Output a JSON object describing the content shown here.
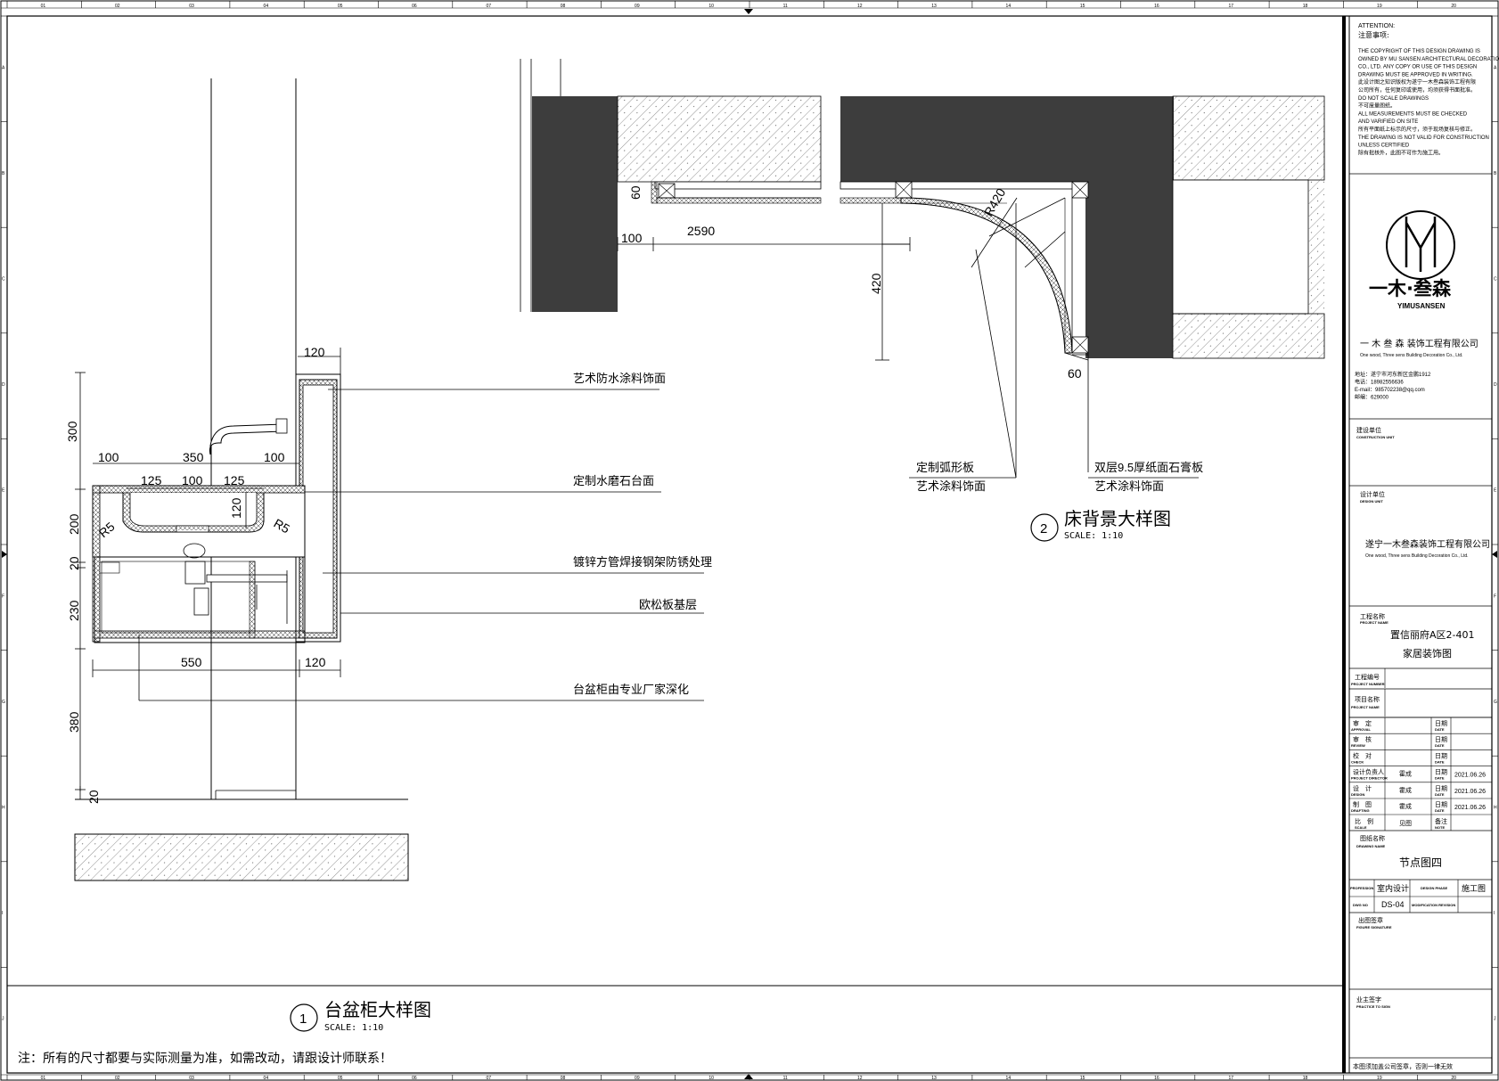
{
  "grid": {
    "columns": [
      "01",
      "02",
      "03",
      "04",
      "05",
      "06",
      "07",
      "08",
      "09",
      "10",
      "11",
      "12",
      "13",
      "14",
      "15",
      "16",
      "17",
      "18",
      "19",
      "20"
    ],
    "rows": [
      "A",
      "B",
      "C",
      "D",
      "E",
      "F",
      "G",
      "H",
      "I",
      "J"
    ]
  },
  "detail1": {
    "number": "1",
    "title": "台盆柜大样图",
    "scale": "SCALE: 1:10",
    "dims": {
      "d120_top": "120",
      "d300": "300",
      "d100_left": "100",
      "d350": "350",
      "d100_right": "100",
      "d125_a": "125",
      "d100_mid": "100",
      "d125_b": "125",
      "d120_v": "120",
      "d200": "200",
      "d20_a": "20",
      "d230": "230",
      "r5_a": "R5",
      "r5_b": "R5",
      "d550": "550",
      "d120_bottom": "120",
      "d380": "380",
      "d20_b": "20"
    },
    "labels": {
      "l1": "艺术防水涂料饰面",
      "l2": "定制水磨石台面",
      "l3": "镀锌方管焊接钢架防锈处理",
      "l4": "欧松板基层",
      "l5": "台盆柜由专业厂家深化"
    }
  },
  "detail2": {
    "number": "2",
    "title": "床背景大样图",
    "scale": "SCALE: 1:10",
    "dims": {
      "d60_a": "60",
      "d100": "100",
      "d2590": "2590",
      "r420": "R420",
      "d420": "420",
      "d60_b": "60"
    },
    "labels": {
      "l1": "定制弧形板",
      "l2": "艺术涂料饰面",
      "l3": "双层9.5厚纸面石膏板",
      "l4": "艺术涂料饰面"
    }
  },
  "note": "注：所有的尺寸都要与实际测量为准，如需改动，请跟设计师联系！",
  "title_block": {
    "attention_en": "ATTENTION:",
    "attention_cn": "注意事项:",
    "notice_lines": [
      "THE COPYRIGHT OF THIS DESIGN DRAWING IS",
      "OWNED BY MU SANSEN ARCHITECTURAL DECORATION",
      "CO., LTD. ANY COPY OR USE OF THIS DESIGN",
      "DRAWING MUST BE APPROVED IN WRITING.",
      "此设计图之知识版权为遂宁一木叁森装饰工程有限",
      "公司所有，任何复印或使用，均须获得书面批准。",
      "DO NOT SCALE DRAWINGS",
      "不可度量图纸。",
      "ALL MEASUREMENTS MUST BE CHECKED",
      "AND VARIFIED ON SITE",
      "所有平面纸上标示的尺寸，须于现场复核与修正。",
      "THE DRAWING IS NOT VALID FOR CONSTRUCTION",
      "UNLESS CERTIFIED",
      "除有批核外，此图不可作为施工用。"
    ],
    "logo_cn": "一木·叁森",
    "logo_en": "YIMUSANSEN",
    "company_cn": "一 木 叁 森  装饰工程有限公司",
    "company_en": "One wood, Three sens Building Decoration Co., Ltd.",
    "contact": [
      "地址：遂宁市河东新区金鹏1912",
      "电话：18982556636",
      "E-mail：985702238@qq.com",
      "邮编：629000"
    ],
    "client_cn": "建设单位",
    "client_en": "CONSTRUCTION UNIT",
    "design_unit_cn": "设计单位",
    "design_unit_en": "DESIGN UNIT",
    "design_unit_name": "遂宁一木叁森装饰工程有限公司",
    "design_unit_name_en": "One wood, Three sens Building Decoration Co., Ltd.",
    "project_name_cn": "工程名称",
    "project_name_en": "PROJECT NAME",
    "project_line1": "置信丽府A区2-401",
    "project_line2": "家居装饰图",
    "project_number_cn": "工程编号",
    "project_number_en": "PROJECT NUMBER",
    "item_name_cn": "项目名称",
    "item_name_en": "PROJECT NAME",
    "rows": [
      {
        "cn": "审　定",
        "en": "APPROVAL",
        "name": "",
        "date": ""
      },
      {
        "cn": "审　核",
        "en": "REVIEW",
        "name": "",
        "date": ""
      },
      {
        "cn": "校　对",
        "en": "CHECK",
        "name": "",
        "date": ""
      },
      {
        "cn": "设计负责人",
        "en": "PROJECT DIRECTOR",
        "name": "霍成",
        "date": "2021.06.26"
      },
      {
        "cn": "设　计",
        "en": "DESIGN",
        "name": "霍成",
        "date": "2021.06.26"
      },
      {
        "cn": "制　图",
        "en": "DRAFTING",
        "name": "霍成",
        "date": "2021.06.26"
      }
    ],
    "date_cn": "日期",
    "date_en": "DATE",
    "scale_cn": "比　例",
    "scale_en": "SCALE",
    "scale_value": "见图",
    "remark_cn": "备注",
    "remark_en": "NOTE",
    "drawing_name_cn": "图纸名称",
    "drawing_name_en": "DRAWING NAME",
    "drawing_name": "节点图四",
    "profession_label": "PROFESSION",
    "profession": "室内设计",
    "design_phase_label": "DESIGN PHASE",
    "design_phase": "施工图",
    "dwg_no_label": "DWG NO",
    "dwg_no": "DS-04",
    "modification_label": "MODIFICATION REVISION",
    "signature_cn": "出图签章",
    "signature_en": "FIGURE SIGNATURE",
    "owner_cn": "业主签字",
    "owner_en": "PRACTICE TO SIGN",
    "footer": "本图须加盖公司签章，否则一律无效"
  }
}
